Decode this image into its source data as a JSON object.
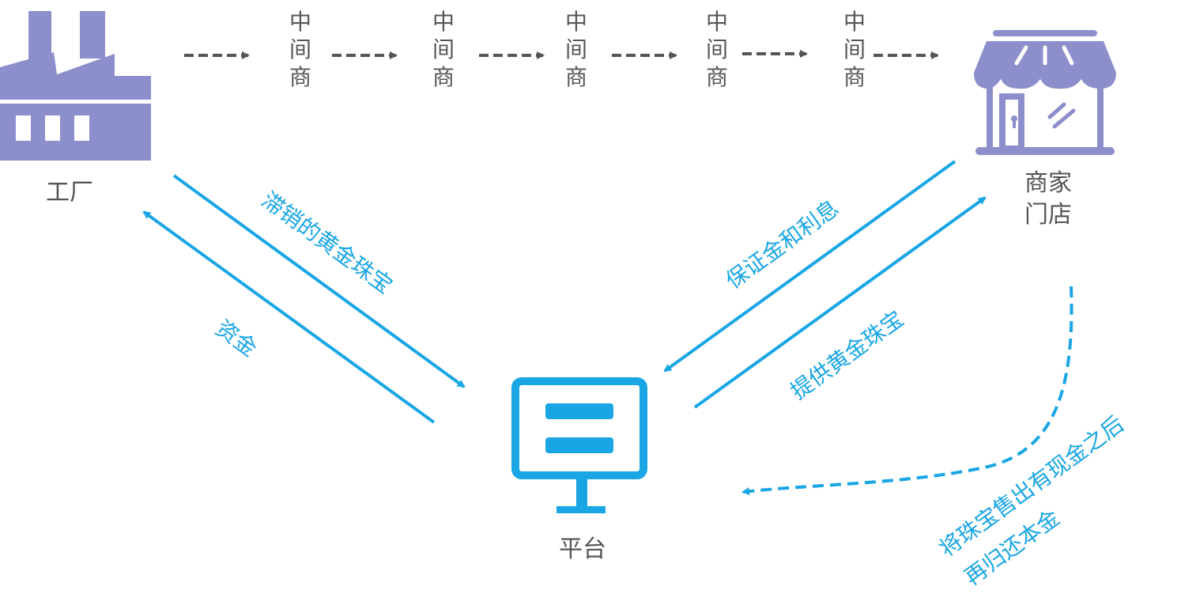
{
  "nodes": {
    "factory": {
      "label": "工厂",
      "icon": "factory-icon"
    },
    "store": {
      "label_line1": "商家",
      "label_line2": "门店",
      "icon": "storefront-icon"
    },
    "platform": {
      "label": "平台",
      "icon": "monitor-icon"
    }
  },
  "intermediaries": [
    "中\n间\n商",
    "中\n间\n商",
    "中\n间\n商",
    "中\n间\n商",
    "中\n间\n商"
  ],
  "flows": {
    "factory_to_platform": "滞销的黄金珠宝",
    "platform_to_factory": "资金",
    "store_to_platform": "保证金和利息",
    "platform_to_store": "提供黄金珠宝",
    "store_repay_line1": "将珠宝售出有现金之后",
    "store_repay_line2": "再归还本金"
  },
  "colors": {
    "icon_purple": "#8c8fcb",
    "flow_blue": "#1aa6e4",
    "dash_gray": "#555555",
    "label_gray": "#555555"
  }
}
